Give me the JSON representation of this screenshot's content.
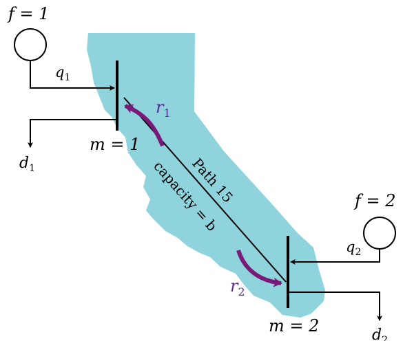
{
  "colors": {
    "state_fill": "#8fd3dc",
    "line": "#000000",
    "arrow_purple": "#7a1a78",
    "label_purple": "#5a2a9a"
  },
  "firm1": {
    "label": "f = 1",
    "flow": "q",
    "flow_sub": "1"
  },
  "firm2": {
    "label": "f = 2",
    "flow": "q",
    "flow_sub": "2"
  },
  "node1": {
    "label": "m = 1",
    "demand": "d",
    "demand_sub": "1"
  },
  "node2": {
    "label": "m = 2",
    "demand": "d",
    "demand_sub": "2"
  },
  "flow1": {
    "label": "r",
    "sub": "1"
  },
  "flow2": {
    "label": "r",
    "sub": "2"
  },
  "path": {
    "name": "Path 15",
    "capacity": "capacity = b"
  }
}
